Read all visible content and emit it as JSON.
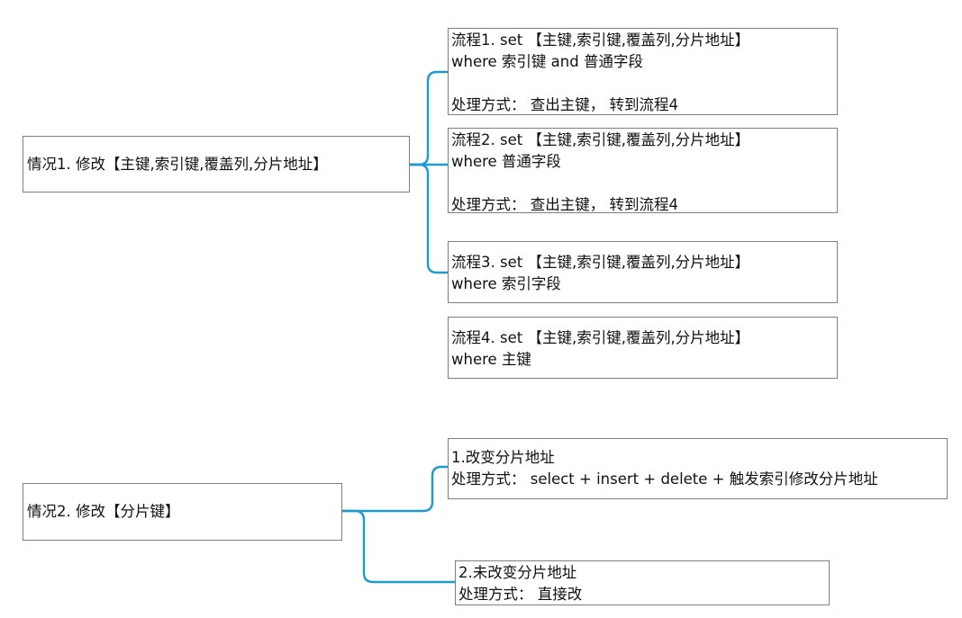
{
  "colors": {
    "connector": "#1b9bd1",
    "border": "#7f7f7f",
    "text": "#111111"
  },
  "case1": {
    "label": "情况1. 修改【主键,索引键,覆盖列,分片地址】",
    "flow1": {
      "line1": "流程1. set 【主键,索引键,覆盖列,分片地址】",
      "line2": "where 索引键 and 普通字段",
      "line3": "处理方式： 查出主键， 转到流程4"
    },
    "flow2": {
      "line1": "流程2. set 【主键,索引键,覆盖列,分片地址】",
      "line2": "where 普通字段",
      "line3": "处理方式： 查出主键， 转到流程4"
    },
    "flow3": {
      "line1": "流程3. set 【主键,索引键,覆盖列,分片地址】",
      "line2": "where 索引字段"
    },
    "flow4": {
      "line1": "流程4. set 【主键,索引键,覆盖列,分片地址】",
      "line2": "where 主键"
    }
  },
  "case2": {
    "label": "情况2. 修改【分片键】",
    "branch1": {
      "line1": "1.改变分片地址",
      "line2": "处理方式： select + insert + delete + 触发索引修改分片地址"
    },
    "branch2": {
      "line1": "2.未改变分片地址",
      "line2": "处理方式： 直接改"
    }
  }
}
